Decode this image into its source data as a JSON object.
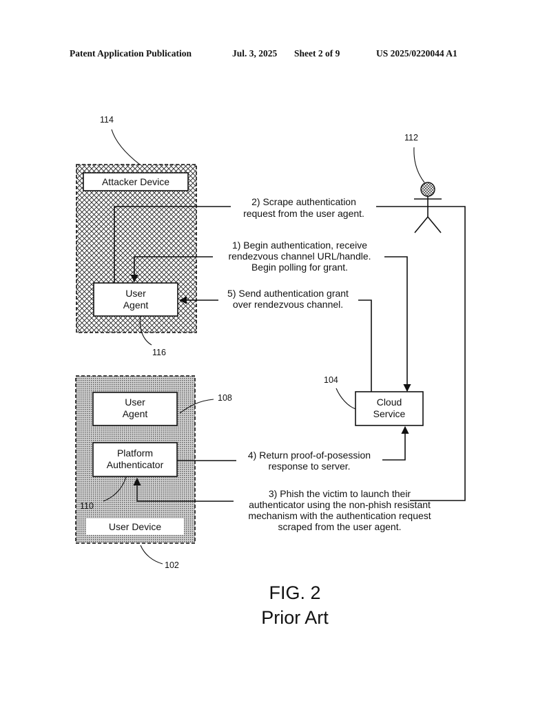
{
  "header": {
    "publication": "Patent Application Publication",
    "date": "Jul. 3, 2025",
    "sheet": "Sheet 2 of 9",
    "number": "US 2025/0220044 A1"
  },
  "figure": {
    "title": "FIG. 2",
    "subtitle": "Prior Art"
  },
  "refs": {
    "attacker_device": "114",
    "user": "112",
    "attacker_user_agent": "116",
    "cloud_service": "104",
    "user_agent": "108",
    "platform_authenticator": "110",
    "user_device": "102"
  },
  "nodes": {
    "attacker_device": {
      "label": "Attacker Device"
    },
    "attacker_user_agent": {
      "lines": [
        "User",
        "Agent"
      ]
    },
    "cloud_service": {
      "lines": [
        "Cloud",
        "Service"
      ]
    },
    "user_agent": {
      "lines": [
        "User",
        "Agent"
      ]
    },
    "platform_authenticator": {
      "lines": [
        "Platform",
        "Authenticator"
      ]
    },
    "user_device": {
      "label": "User Device"
    },
    "user": {
      "icon": "stick-figure-icon"
    }
  },
  "steps": {
    "step2": {
      "lines": [
        "2) Scrape authentication",
        "request from the user agent."
      ]
    },
    "step1": {
      "lines": [
        "1) Begin authentication, receive",
        "rendezvous channel URL/handle.",
        "Begin polling for grant."
      ]
    },
    "step5": {
      "lines": [
        "5) Send authentication grant",
        "over rendezvous channel."
      ]
    },
    "step4": {
      "lines": [
        "4) Return proof-of-posession",
        "response to server."
      ]
    },
    "step3": {
      "lines": [
        "3) Phish the victim to launch their",
        "authenticator using the non-phish resistant",
        "mechanism with the authentication request",
        "scraped from the user agent."
      ]
    }
  },
  "colors": {
    "ink": "#111111",
    "attacker_fill": "crosshatch",
    "user_device_fill": "#b8b8b8"
  }
}
